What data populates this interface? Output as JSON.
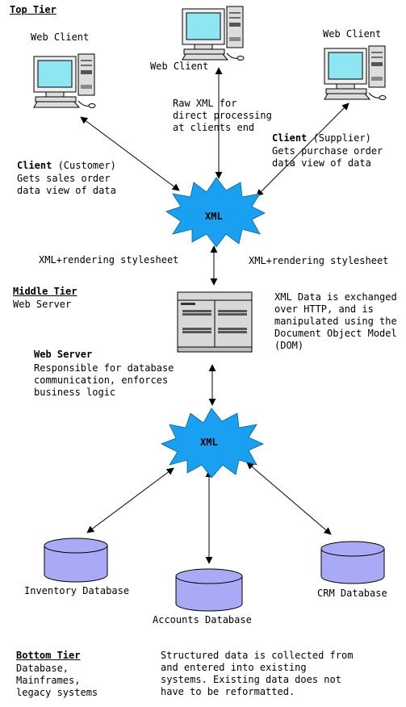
{
  "top_tier": {
    "heading": "Top Tier",
    "web_client_left": "Web Client",
    "web_client_center": "Web Client",
    "web_client_right": "Web Client",
    "raw_xml_note": "Raw XML for\ndirect processing\nat clients end",
    "client_customer": {
      "bold": "Client",
      "rest": " (Customer)",
      "desc": "Gets sales order\ndata view of data"
    },
    "client_supplier": {
      "bold": "Client",
      "rest": " (Supplier)",
      "desc": "Gets purchase order\ndata view of data"
    },
    "xml_burst_label": "XML",
    "stylesheet_left": "XML+rendering stylesheet",
    "stylesheet_right": "XML+rendering stylesheet"
  },
  "middle_tier": {
    "heading": "Middle Tier",
    "subheading": "Web Server",
    "xml_exchange_note": "XML Data is exchanged\nover HTTP, and is\nmanipulated using the\nDocument Object Model\n(DOM)",
    "web_server_title": "Web Server",
    "web_server_desc": "Responsible for database\ncommunication, enforces\nbusiness logic",
    "xml_burst_label": "XML"
  },
  "databases": {
    "inventory": "Inventory Database",
    "accounts": "Accounts Database",
    "crm": "CRM Database"
  },
  "bottom_tier": {
    "heading": "Bottom Tier",
    "desc": "Database,\nMainframes,\nlegacy systems",
    "note": "Structured data is collected from\nand entered into existing\nsystems. Existing data does not\nhave to be reformatted."
  },
  "colors": {
    "burst": "#1aa0f0",
    "screen": "#8de6f2",
    "database": "#a9aaf5",
    "server": "#d8d8d8"
  }
}
